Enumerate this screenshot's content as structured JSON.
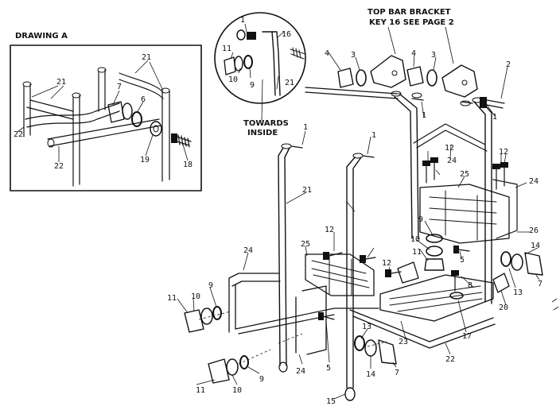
{
  "headers": {
    "drawing_a": "DRAWING A",
    "top_bracket_line1": "TOP BAR BRACKET",
    "top_bracket_line2": "KEY 16 SEE PAGE 2",
    "towards_line1": "TOWARDS",
    "towards_line2": "INSIDE"
  },
  "callouts": {
    "n1": "1",
    "n2": "2",
    "n3": "3",
    "n4": "4",
    "n5": "5",
    "n6": "6",
    "n7": "7",
    "n8": "8",
    "n9": "9",
    "n10": "10",
    "n11": "11",
    "n12": "12",
    "n13": "13",
    "n14": "14",
    "n15": "15",
    "n16": "16",
    "n17": "17",
    "n18": "18",
    "n19": "19",
    "n20": "20",
    "n21": "21",
    "n22": "22",
    "n23": "23",
    "n24": "24",
    "n25": "25",
    "n26": "26"
  }
}
